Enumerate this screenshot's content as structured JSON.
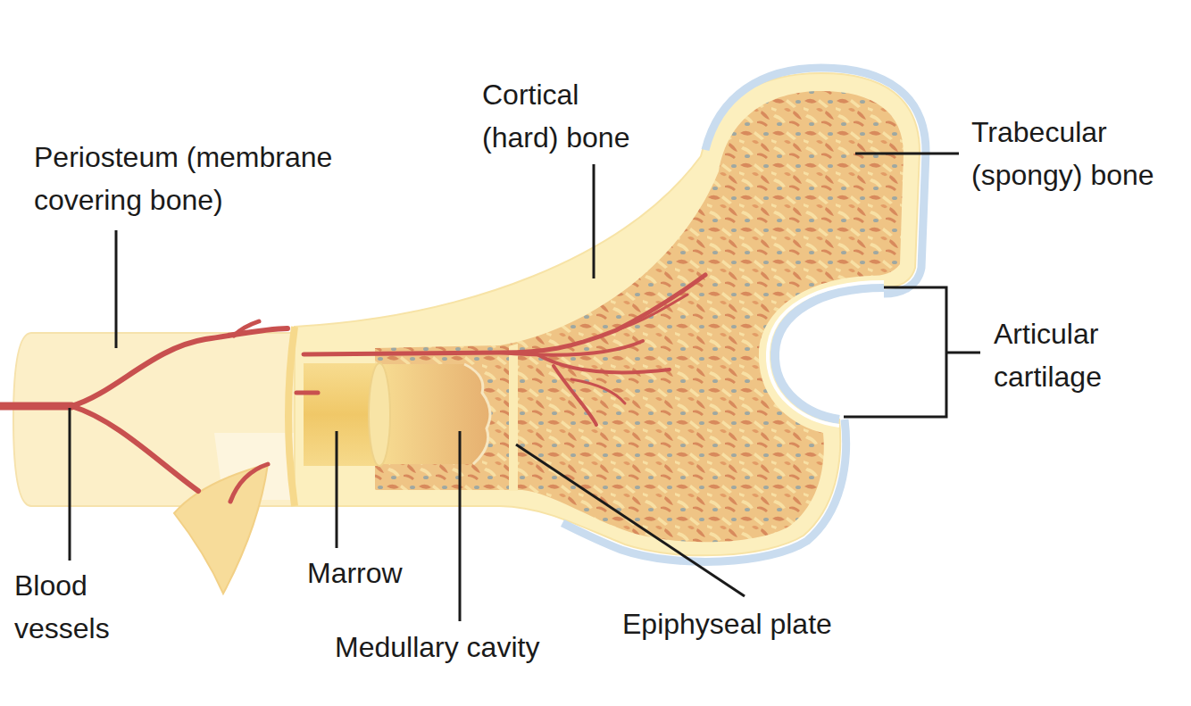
{
  "diagram": {
    "labels": [
      "Periosteum (membrane covering bone)",
      "Cortical (hard) bone",
      "Trabecular (spongy) bone",
      "Articular cartilage",
      "Blood vessels",
      "Marrow",
      "Medullary cavity",
      "Epiphyseal plate"
    ]
  }
}
